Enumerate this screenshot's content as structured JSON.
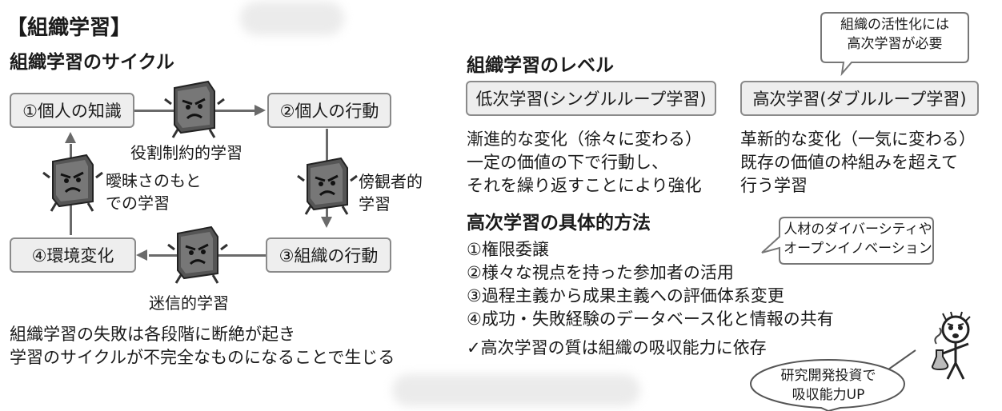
{
  "title": "【組織学習】",
  "cycle": {
    "heading": "組織学習のサイクル",
    "nodes": {
      "n1": "①個人の知識",
      "n2": "②個人の行動",
      "n3": "③組織の行動",
      "n4": "④環境変化"
    },
    "edges": {
      "top": "役割制約的学習",
      "right_l1": "傍観者的",
      "right_l2": "学習",
      "left_l1": "曖昧さのもと",
      "left_l2": "での学習",
      "bottom": "迷信的学習"
    },
    "conclusion_l1": "組織学習の失敗は各段階に断絶が起き",
    "conclusion_l2": "学習のサイクルが不完全なものになることで生じる"
  },
  "levels": {
    "heading": "組織学習のレベル",
    "callout_l1": "組織の活性化には",
    "callout_l2": "高次学習が必要",
    "low": {
      "box": "低次学習(シングルループ学習)",
      "d1": "漸進的な変化（徐々に変わる）",
      "d2": "一定の価値の下で行動し、",
      "d3": "それを繰り返すことにより強化"
    },
    "high": {
      "box": "高次学習(ダブルループ学習)",
      "d1": "革新的な変化（一気に変わる）",
      "d2": "既存の価値の枠組みを超えて",
      "d3": "行う学習"
    }
  },
  "methods": {
    "heading": "高次学習の具体的方法",
    "callout_l1": "人材のダイバーシティや",
    "callout_l2": "オープンイノベーション",
    "items": [
      "①権限委譲",
      "②様々な視点を持った参加者の活用",
      "③過程主義から成果主義への評価体系変更",
      "④成功・失敗経験のデータベース化と情報の共有",
      "✓高次学習の質は組織の吸収能力に依存"
    ],
    "bubble_l1": "研究開発投資で",
    "bubble_l2": "吸収能力UP"
  },
  "colors": {
    "box_fill": "#eeeeee",
    "box_border": "#8a8a8a",
    "line": "#6a6a6a"
  }
}
